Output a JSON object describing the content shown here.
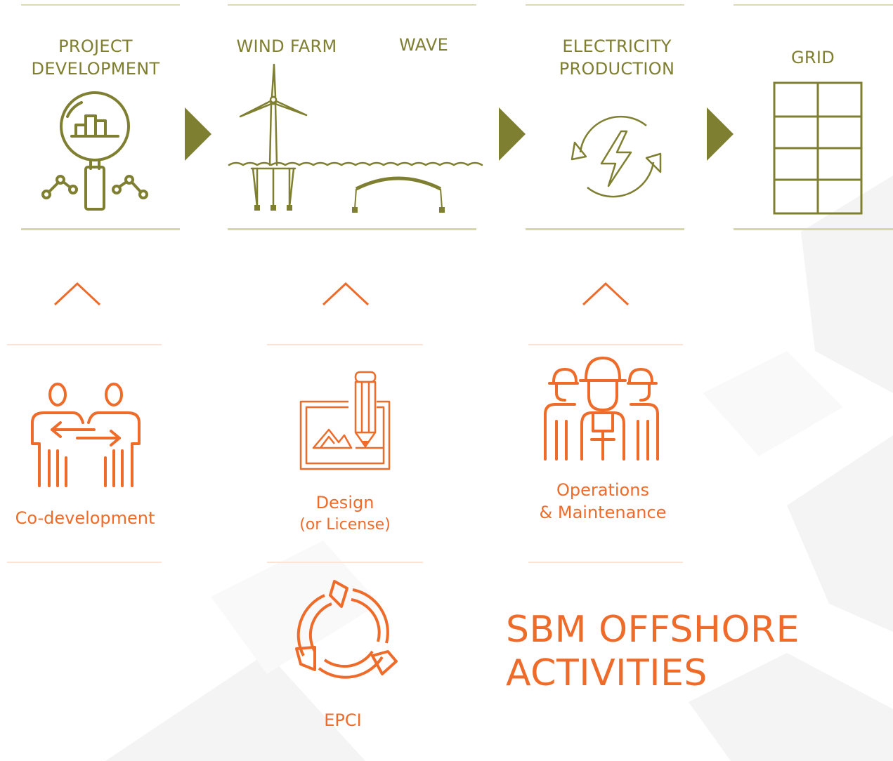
{
  "colors": {
    "olive": "#7f7f32",
    "orange": "#ee6b2a",
    "olive_line": "#dcdcb4",
    "orange_line": "#fbe3d6"
  },
  "chain": {
    "project_development": {
      "line1": "PROJECT",
      "line2": "DEVELOPMENT",
      "icon": "magnifier-chart-icon"
    },
    "wind_farm": {
      "label": "WIND FARM",
      "icon": "floating-wind-turbine-icon"
    },
    "wave": {
      "label": "WAVE",
      "icon": "wave-energy-converter-icon"
    },
    "electricity_production": {
      "line1": "ELECTRICITY",
      "line2": "PRODUCTION",
      "icon": "lightning-cycle-icon"
    },
    "grid": {
      "label": "GRID",
      "icon": "grid-icon"
    }
  },
  "activities": {
    "co_development": {
      "label": "Co-development",
      "icon": "two-people-exchange-icon"
    },
    "design": {
      "line1": "Design",
      "line2": "(or License)",
      "icon": "drawing-pencil-icon"
    },
    "operations": {
      "line1": "Operations",
      "line2": "& Maintenance",
      "icon": "workers-hardhat-icon"
    },
    "epci": {
      "label": "EPCI",
      "icon": "circular-arrows-icon"
    }
  },
  "heading": {
    "line1": "SBM OFFSHORE",
    "line2": "ACTIVITIES"
  }
}
